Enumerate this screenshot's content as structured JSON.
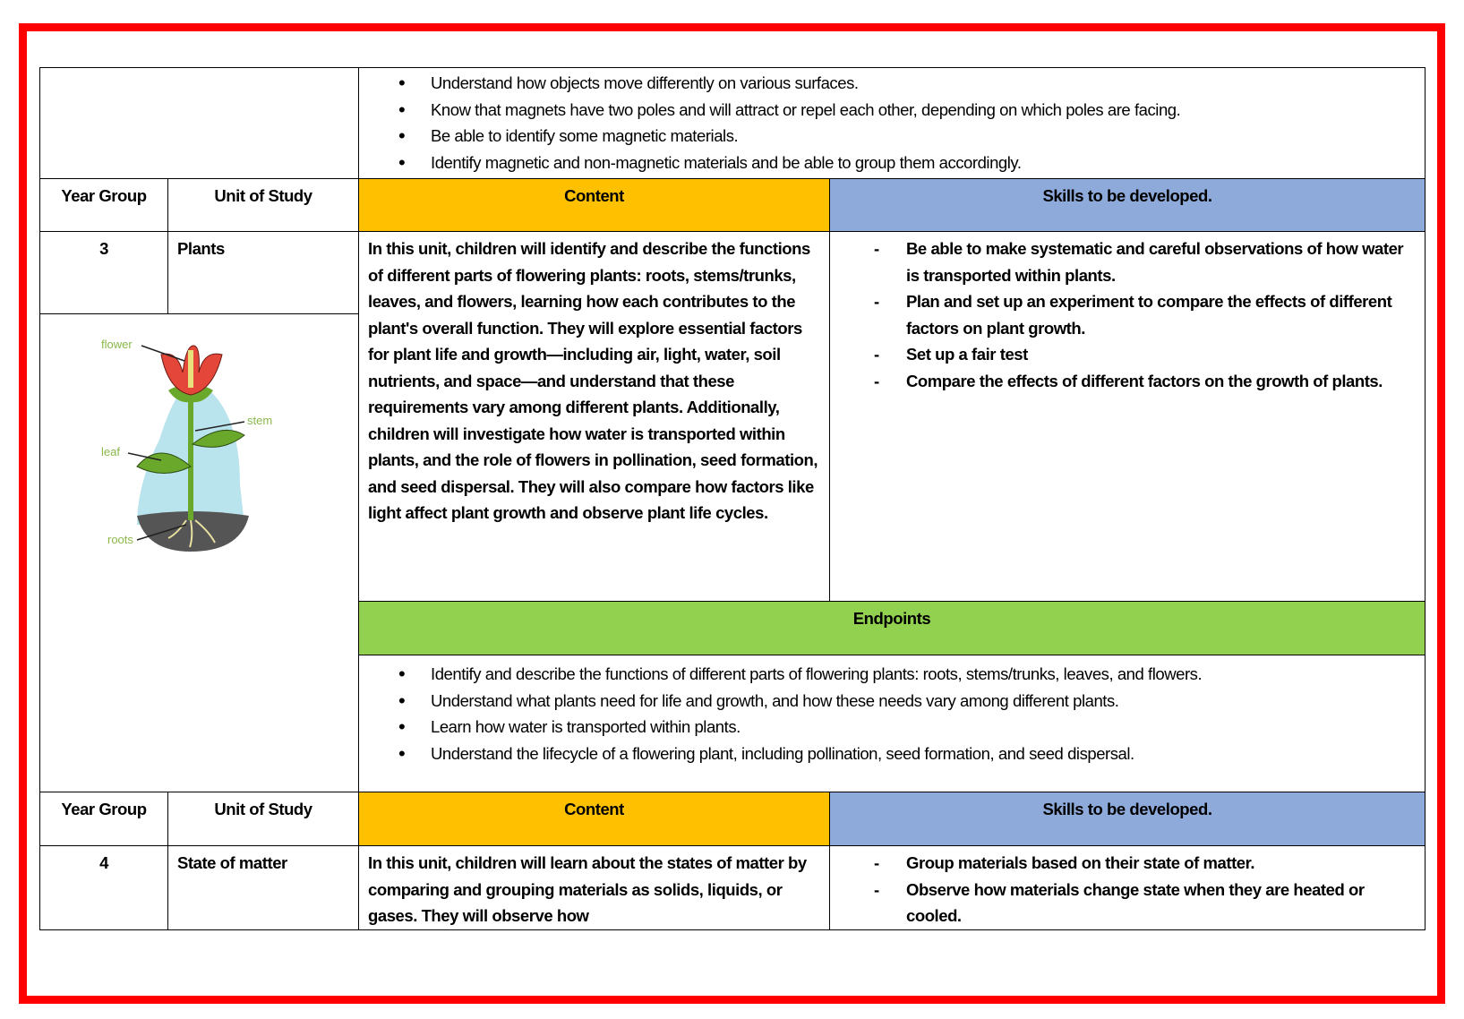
{
  "top_endpoints": [
    "Understand how objects move differently on various surfaces.",
    "Know that magnets have two poles and will attract or repel each other, depending on which poles are facing.",
    "Be able to identify some magnetic materials.",
    "Identify magnetic and non-magnetic materials and be able to group them accordingly."
  ],
  "headers": {
    "year_group": "Year Group",
    "unit": "Unit of Study",
    "content": "Content",
    "skills": "Skills to be developed.",
    "endpoints": "Endpoints"
  },
  "colors": {
    "content": "#ffc000",
    "skills": "#8eaadb",
    "endpoints": "#92d050",
    "frame": "#ff0000"
  },
  "units": [
    {
      "year": "3",
      "unit": "Plants",
      "content": "In this unit, children will identify and describe the functions of different parts of flowering plants: roots, stems/trunks, leaves, and flowers, learning how each contributes to the plant's overall function. They will explore essential factors for plant life and growth—including air, light, water, soil nutrients, and space—and understand that these requirements vary among different plants. Additionally, children will investigate how water is transported within plants, and the role of flowers in pollination, seed formation, and seed dispersal. They will also compare how factors like light affect plant growth and observe plant life cycles.",
      "skills": [
        "Be able to make systematic and careful observations of how water is transported within plants.",
        "Plan and set up an experiment to compare the effects of different factors on plant growth.",
        "Set up a fair test",
        "Compare the effects of different factors on the growth of plants."
      ],
      "image_labels": {
        "flower": "flower",
        "stem": "stem",
        "leaf": "leaf",
        "roots": "roots"
      },
      "endpoints": [
        "Identify and describe the functions of different parts of flowering plants: roots, stems/trunks, leaves, and flowers.",
        "Understand what plants need for life and growth, and how these needs vary among different plants.",
        "Learn how water is transported within plants.",
        "Understand the lifecycle of a flowering plant, including pollination, seed formation, and seed dispersal."
      ]
    },
    {
      "year": "4",
      "unit": "State of matter",
      "content": "In this unit, children will learn about the states of matter by comparing and grouping materials as solids, liquids, or gases. They will observe how",
      "skills": [
        "Group materials based on their state of matter.",
        "Observe how materials change state when they are heated or cooled."
      ]
    }
  ]
}
